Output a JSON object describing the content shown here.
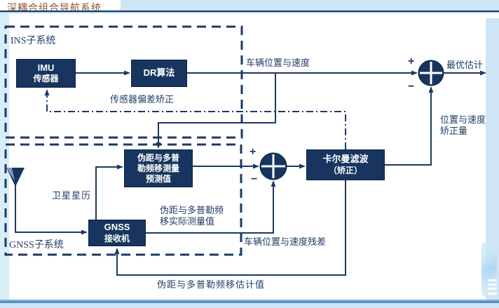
{
  "colors": {
    "navy": "#1b3a63",
    "box_fill": "#17355e",
    "title_text": "#8a4f3d",
    "light_blue": "#cde5f5",
    "band_line": "#17365d",
    "bottom_accent": "#5290c8"
  },
  "header": {
    "title": "深耦合组合导航系统"
  },
  "diagram": {
    "ins_subsystem_label": "INS子系统",
    "gnss_subsystem_label": "GNSS子系统",
    "blocks": {
      "imu": {
        "line1": "IMU",
        "line2": "传感器"
      },
      "dr": {
        "label": "DR算法"
      },
      "prediction": {
        "line1": "伪距与多普",
        "line2": "勒频移测量",
        "line3": "预测值"
      },
      "receiver": {
        "line1": "GNSS",
        "line2": "接收机"
      },
      "kalman": {
        "line1": "卡尔曼滤波",
        "line2": "（矫正）"
      }
    },
    "edge_labels": {
      "vehicle_pos_vel": "车辆位置与速度",
      "optimal_estimate": "最优估计",
      "sensor_bias_correction": "传感器偏差矫正",
      "pos_vel_correction_line1": "位置与速度",
      "pos_vel_correction_line2": "矫正量",
      "satellite_ephemeris": "卫星星历",
      "actual_measurement_line1": "伪距与多普勒频",
      "actual_measurement_line2": "移实际测量值",
      "pos_vel_residual": "车辆位置与速度残差",
      "estimated_values_feedback": "伪距与多普勒频移估计值"
    },
    "signs": {
      "plus": "+",
      "minus": "−"
    },
    "edges": [
      {
        "from": "IMU传感器",
        "to": "DR算法"
      },
      {
        "from": "DR算法",
        "to": "求和节点1",
        "label": "车辆位置与速度",
        "sign": "+"
      },
      {
        "from": "求和节点1",
        "to": "输出",
        "label": "最优估计"
      },
      {
        "from": "车辆位置与速度",
        "to": "伪距与多普勒频移测量预测值"
      },
      {
        "from": "GNSS接收机",
        "to": "伪距与多普勒频移测量预测值",
        "label": "卫星星历"
      },
      {
        "from": "伪距与多普勒频移测量预测值",
        "to": "求和节点2",
        "sign": "+"
      },
      {
        "from": "GNSS接收机",
        "to": "求和节点2",
        "label": "伪距与多普勒频移实际测量值",
        "sign": "−"
      },
      {
        "from": "求和节点2",
        "to": "卡尔曼滤波（矫正）",
        "label": "车辆位置与速度残差"
      },
      {
        "from": "卡尔曼滤波（矫正）",
        "to": "求和节点1",
        "label": "位置与速度矫正量",
        "sign": "−"
      },
      {
        "from": "卡尔曼滤波（矫正）",
        "to": "GNSS接收机",
        "label": "伪距与多普勒频移估计值"
      },
      {
        "from": "卡尔曼滤波（矫正）",
        "to": "IMU传感器",
        "label": "传感器偏差矫正",
        "style": "dash-dot"
      },
      {
        "from": "天线",
        "to": "GNSS接收机"
      }
    ]
  }
}
